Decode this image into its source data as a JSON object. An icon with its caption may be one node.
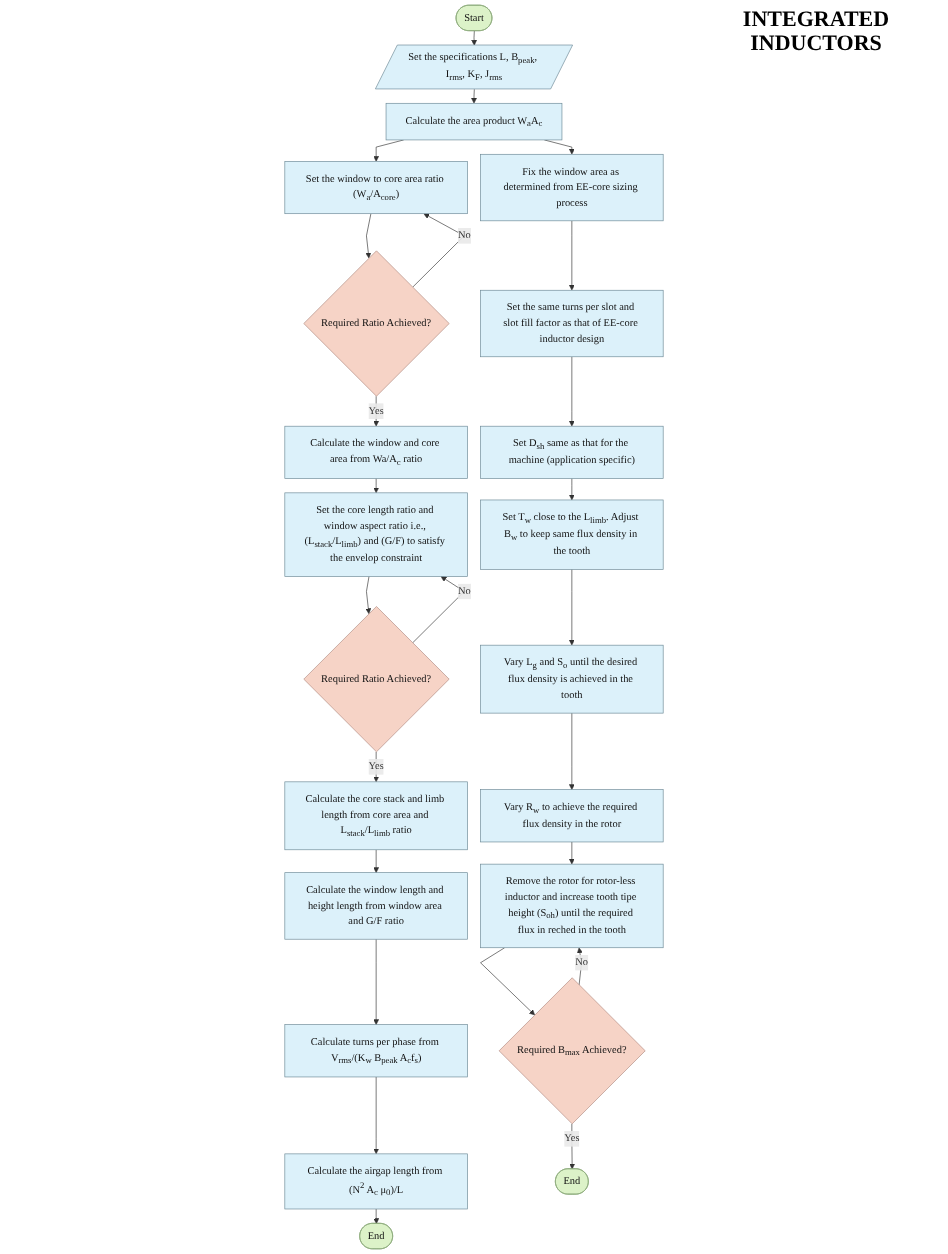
{
  "diagram": {
    "nodes": [
      {
        "text": [
          "Start"
        ]
      },
      {
        "text": [
          "Set the specifications L, B$_{peak}$, I$_{rms}$, K$_{F}$, J$_{rms}$"
        ]
      },
      {
        "text": [
          "Calculate the area product W$_{a}$A$_{c}$"
        ]
      },
      {
        "text": [
          "Set the window to core area ratio (W$_{a}$/A$_{core}$)"
        ]
      },
      {
        "text": [
          "Required Ratio Achieved?"
        ]
      },
      {
        "text": [
          "Calculate the window and core area from Wa/A$_{c}$ ratio"
        ]
      },
      {
        "text": [
          "Set the core length ratio and window aspect ratio i.e., (L$_{stack}$/L$_{limb}$) and (G/F) to satisfy the envelop constraint"
        ]
      },
      {
        "text": [
          "Required Ratio Achieved?"
        ]
      },
      {
        "text": [
          "Calculate the core stack and limb length from core area and L$_{stack}$/L$_{limb}$ ratio"
        ]
      },
      {
        "text": [
          "Calculate the window length and height length from window area and G/F ratio"
        ]
      },
      {
        "text": [
          "Calculate turns per phase from V$_{rms}$/(K$_{w}$ B$_{peak}$ A$_{c}$f$_{s}$)"
        ]
      },
      {
        "text": [
          "Calculate the airgap length from (N$^{2}$ A$_{c}$ μ$_{0}$)/L"
        ]
      },
      {
        "text": [
          "End"
        ]
      },
      {
        "text": [
          "Fix the window area as determined from EE-core sizing process"
        ]
      },
      {
        "text": [
          "Set the same turns per slot and slot fill factor as that of EE-core inductor design"
        ]
      },
      {
        "text": [
          "Set D$_{sh}$ same as that for the machine (application specific)"
        ]
      },
      {
        "text": [
          "Set T$_{w}$ close to the L$_{limb}$. Adjust B$_{w}$ to keep same flux density in the tooth"
        ]
      },
      {
        "text": [
          "Vary L$_{g}$ and S$_{o}$ until the desired flux density is achieved in the tooth"
        ]
      },
      {
        "text": [
          "Vary R$_{w}$ to achieve the required flux density in the rotor"
        ]
      },
      {
        "text": [
          "Remove the rotor for rotor-less inductor and increase tooth tipe height (S$_{oh}$) until the required flux in reched in the tooth"
        ]
      },
      {
        "text": [
          "Required B$_{max}$ Achieved?"
        ]
      },
      {
        "text": [
          "End"
        ]
      }
    ],
    "edges": [
      {
        "from": 0,
        "to": 1,
        "arrow": "to"
      },
      {
        "from": 1,
        "to": 2,
        "arrow": "to"
      },
      {
        "from": 2,
        "to": 3,
        "arrow": "to"
      },
      {
        "from": 3,
        "to": 4,
        "arrow": "to"
      },
      {
        "from": 4,
        "to": 3,
        "arrow": "to",
        "label": "No"
      },
      {
        "from": 4,
        "to": 5,
        "arrow": "to",
        "label": "Yes"
      },
      {
        "from": 5,
        "to": 6,
        "arrow": "to"
      },
      {
        "from": 6,
        "to": 7,
        "arrow": "to"
      },
      {
        "from": 7,
        "to": 6,
        "arrow": "to",
        "label": "No"
      },
      {
        "from": 7,
        "to": 8,
        "arrow": "to",
        "label": "Yes"
      },
      {
        "from": 8,
        "to": 9,
        "arrow": "to"
      },
      {
        "from": 9,
        "to": 10,
        "arrow": "to"
      },
      {
        "from": 10,
        "to": 11,
        "arrow": "to"
      },
      {
        "from": 11,
        "to": 12,
        "arrow": "to"
      },
      {
        "from": 2,
        "to": 13,
        "arrow": "to"
      },
      {
        "from": 13,
        "to": 14,
        "arrow": "to"
      },
      {
        "from": 14,
        "to": 15,
        "arrow": "to"
      },
      {
        "from": 15,
        "to": 16,
        "arrow": "to"
      },
      {
        "from": 16,
        "to": 17,
        "arrow": "to"
      },
      {
        "from": 17,
        "to": 18,
        "arrow": "to"
      },
      {
        "from": 18,
        "to": 19,
        "arrow": "to"
      },
      {
        "from": 19,
        "to": 20,
        "arrow": "to"
      },
      {
        "from": 20,
        "to": 19,
        "arrow": "to",
        "label": "No"
      },
      {
        "from": 20,
        "to": 21,
        "arrow": "to",
        "label": "Yes"
      }
    ],
    "labels": [
      "INTEGRATED INDUCTORS"
    ]
  }
}
